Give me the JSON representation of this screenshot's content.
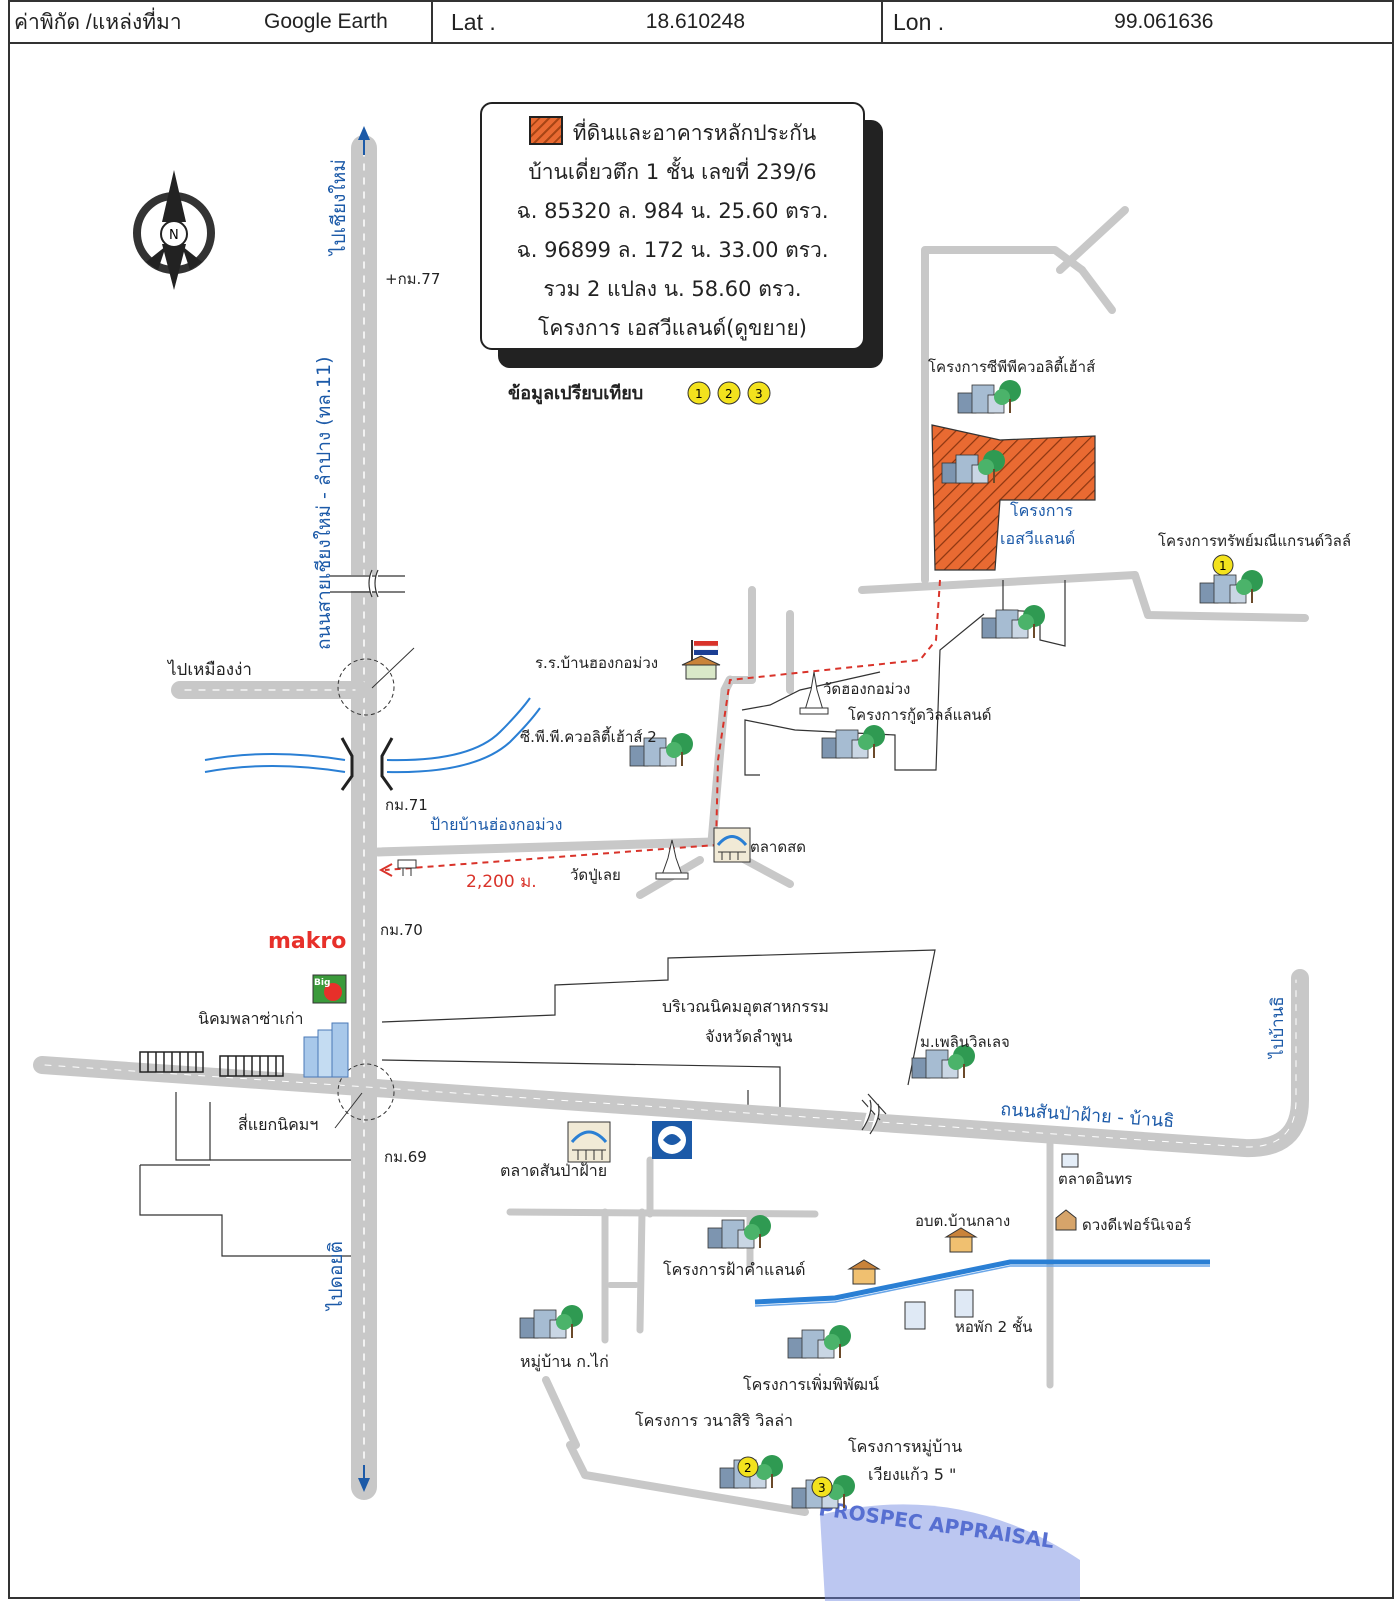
{
  "header": {
    "coord_label": "ค่าพิกัด /แหล่งที่มา",
    "source": "Google Earth",
    "lat_label": "Lat .",
    "lat_value": "18.610248",
    "lon_label": "Lon .",
    "lon_value": "99.061636"
  },
  "legend": {
    "title": "ที่ดินและอาคารหลักประกัน",
    "line1": "บ้านเดี่ยวตึก 1 ชั้น  เลขที่ 239/6",
    "line2": "ฉ. 85320  ล. 984  น. 25.60 ตรว.",
    "line3": "ฉ. 96899  ล. 172  น. 33.00 ตรว.",
    "line4": "รวม 2 แปลง น. 58.60 ตรว.",
    "line5": "โครงการ เอสวีแลนด์(ดูขยาย)"
  },
  "compare": {
    "label": "ข้อมูลเปรียบเทียบ",
    "n1": "1",
    "n2": "2",
    "n3": "3"
  },
  "compass": {
    "letter": "N"
  },
  "labels": {
    "to_chiangmai": "ไปเชียงใหม่",
    "km77": "+กม.77",
    "main_road": "ถนนสายเชียงใหม่ - ลำปาง  (ทล.11)",
    "to_muang_nga": "ไปเหมืองง่า",
    "km71": "กม.71",
    "sign": "ป้ายบ้านฮ่องกอม่วง",
    "distance": "2,200 ม.",
    "km70": "กม.70",
    "makro": "makro",
    "big": "Big",
    "old_plaza": "นิคมพลาซ่าเก่า",
    "junction": "สี่แยกนิคมฯ",
    "km69": "กม.69",
    "to_doi_ti": "ไปดอยติ",
    "school": "ร.ร.บ้านฮองกอม่วง",
    "cpp2": "ซี.พี.พี.ควอลิตี้เฮ้าส์ 2",
    "wat_hong": "วัดฮองกอม่วง",
    "kuti": "โครงการกู้ดวิลล์แลนด์",
    "market": "ตลาดสด",
    "wat_pu": "วัดปู่เลย",
    "cpp": "โครงการซีพีพีควอลิตี้เฮ้าส์",
    "svland1": "โครงการ",
    "svland2": "เอสวีแลนด์",
    "sapmanee": "โครงการทรัพย์มณีแกรนด์วิลล์",
    "industrial1": "บริเวณนิคมอุตสาหกรรม",
    "industrial2": "จังหวัดลำพูน",
    "plern": "ม.เพลินวิลเลจ",
    "san_road": "ถนนสันป่าฝ้าย - บ้านธิ",
    "to_ban_thi": "ไปบ้านธิ",
    "san_market": "ตลาดสันป่าฝ้าย",
    "talad_in": "ตลาดอินทร",
    "obt": "อบต.บ้านกลาง",
    "duangdee": "ดวงดีเฟอร์นิเจอร์",
    "fakham": "โครงการฝ้าคำแลนด์",
    "dorm": "หอพัก 2 ชั้น",
    "kokai": "หมู่บ้าน ก.ไก่",
    "permpipat": "โครงการเพิ่มพิพัฒน์",
    "wanasiri": "โครงการ วนาสิริ วิลล่า",
    "vieng1": "โครงการหมู่บ้าน",
    "vieng2": "เวียงแก้ว 5 \"",
    "stamp": "PROSPEC APPRAISAL"
  },
  "colors": {
    "road": "#c8c8c8",
    "river": "#2a7fd4",
    "route": "#d9332a",
    "parcel": "#e96a32",
    "badge": "#f3e21d",
    "stamp": "#3a57c9",
    "label_blue": "#1c5aa8"
  },
  "icons": [
    "compass-icon",
    "flag-icon",
    "temple-icon",
    "market-icon",
    "house-cluster-icon",
    "bank-icon",
    "building-icon",
    "home-icon"
  ]
}
